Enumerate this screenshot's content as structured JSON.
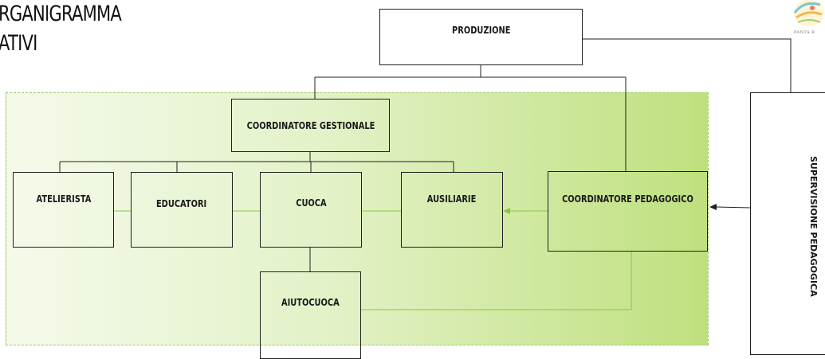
{
  "title": {
    "line1": "RGANIGRAMMA",
    "line2": "ATIVI"
  },
  "logo": {
    "name": "pantarei-logo",
    "text": "PANTA R"
  },
  "nodes": {
    "produzione": "PRODUZIONE",
    "coordinatore_gestionale": "COORDINATORE GESTIONALE",
    "atelierista": "ATELIERISTA",
    "educatori": "EDUCATORI",
    "cuoca": "CUOCA",
    "ausiliarie": "AUSILIARIE",
    "coordinatore_pedagogico": "COORDINATORE PEDAGOGICO",
    "aiutocuoca": "AIUTOCUOCA",
    "supervisione_pedagogica": "SUPERVISIONE PEDAGOGICA"
  },
  "colors": {
    "connector": "#1f1f1f",
    "green_connector": "#8cc63f",
    "area_fill": "#d7ecb1"
  }
}
